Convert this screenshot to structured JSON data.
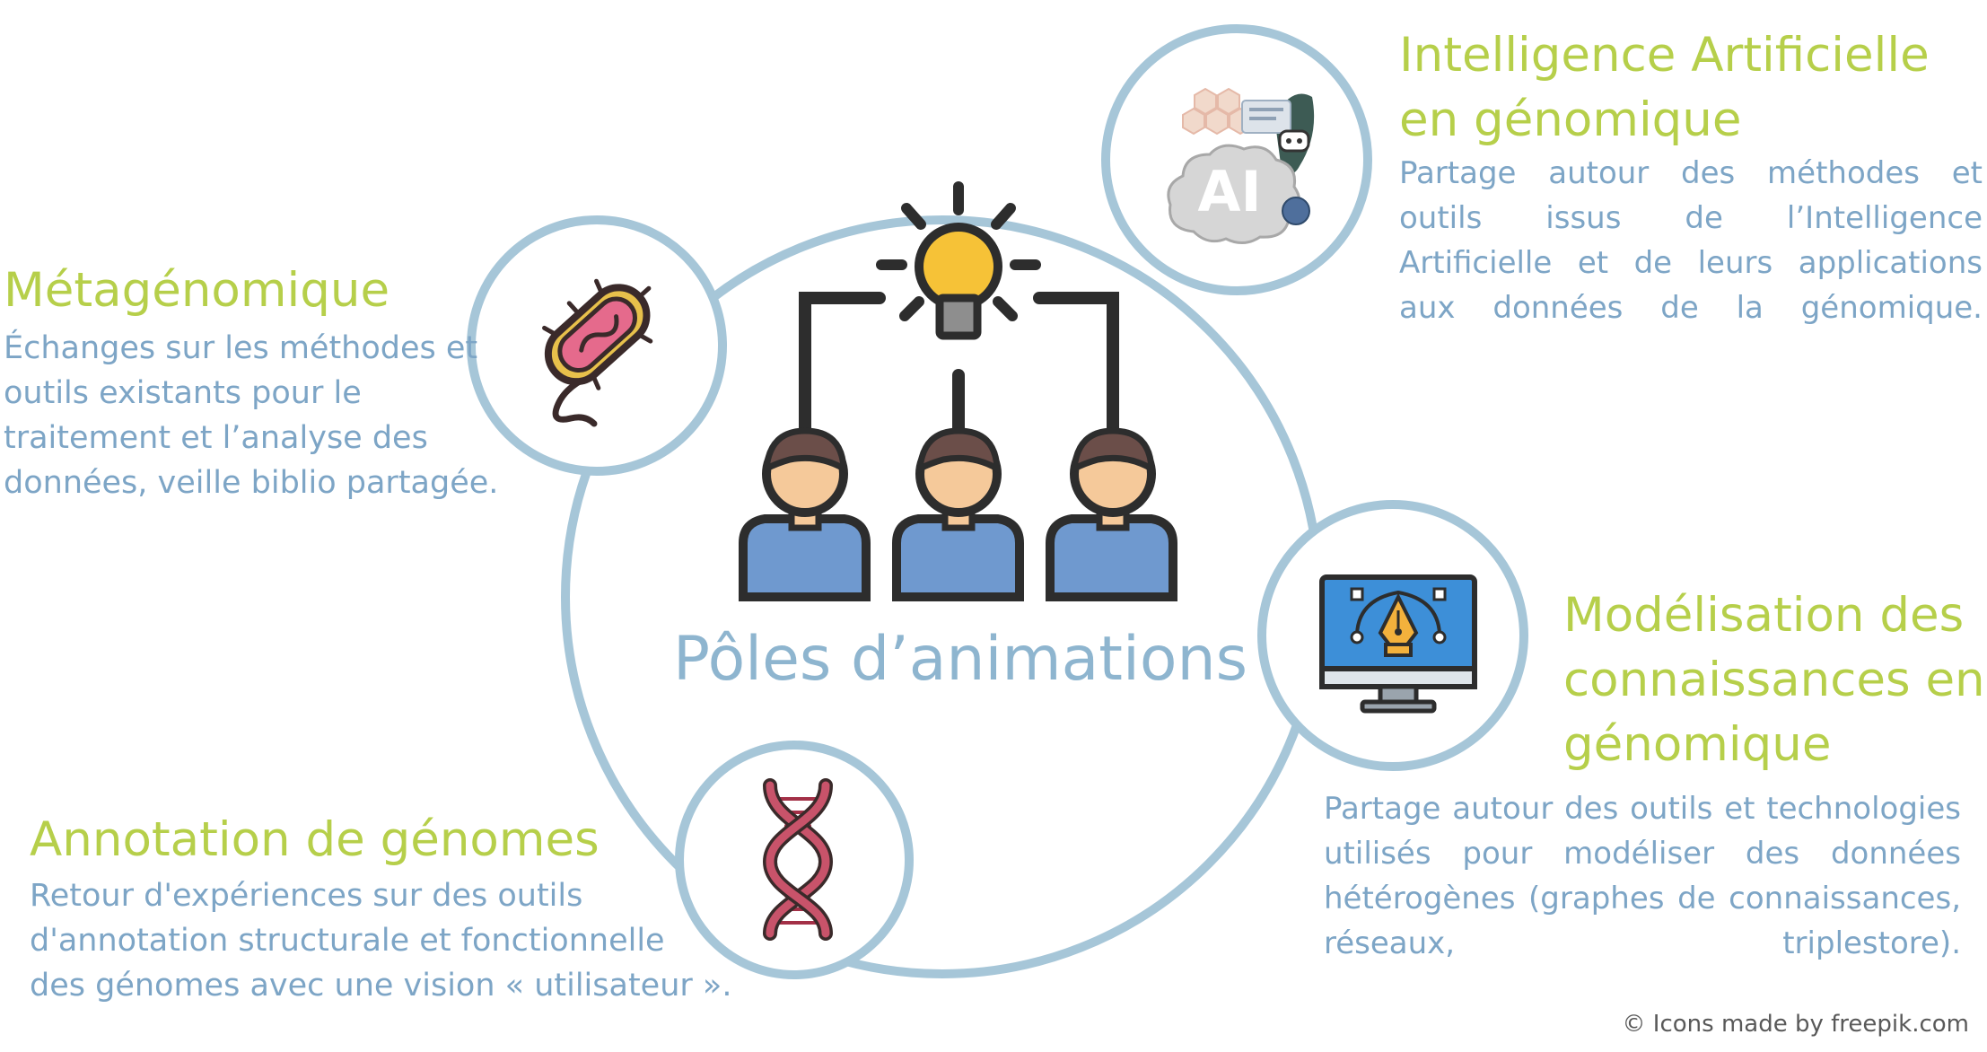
{
  "center": {
    "label": "Pôles d’animations"
  },
  "nodes": {
    "metagenomique": {
      "title": "Métagénomique",
      "description": "Échanges sur les méthodes et outils existants pour le traitement et l’analyse des données, veille biblio partagée.",
      "icon": "bacteria-icon"
    },
    "ia": {
      "title_line1": "Intelligence Artificielle",
      "title_line2": "en génomique",
      "description": "Partage autour des méthodes et outils issus de l’Intelligence Artificielle et de leurs applications aux données de la génomique.",
      "icon": "ai-brain-icon",
      "icon_text": "AI"
    },
    "modelisation": {
      "title_line1": "Modélisation des",
      "title_line2": "connaissances en",
      "title_line3": "génomique",
      "description": "Partage autour des outils et technologies utilisés pour modéliser des données hétérogènes (graphes de connaissances, réseaux, triplestore).",
      "icon": "pen-tool-monitor-icon"
    },
    "annotation": {
      "title": "Annotation de génomes",
      "description_line1": "Retour d'expériences sur des outils",
      "description_line2": "d'annotation structurale et fonctionnelle",
      "description_line3": "des génomes avec une vision « utilisateur ».",
      "icon": "dna-icon"
    }
  },
  "credit": "© Icons made by freepik.com",
  "colors": {
    "title": "#b6cf4a",
    "description": "#7da5c6",
    "ring": "#a6c6d8",
    "center_label": "#8eb5cf"
  }
}
